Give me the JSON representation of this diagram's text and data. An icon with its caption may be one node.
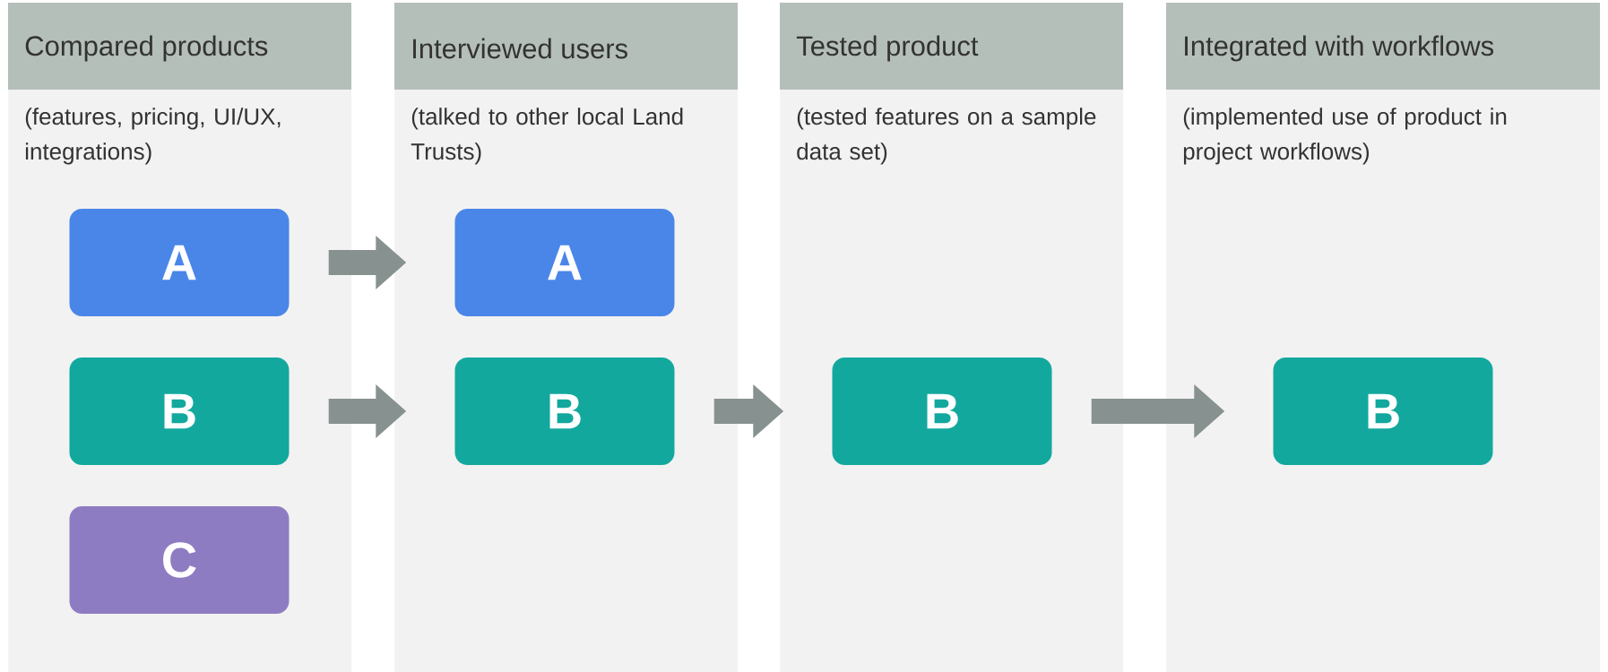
{
  "diagram": {
    "nodes": [
      {
        "text": [
          "Compared products",
          "(features, pricing, UI/UX, integrations)"
        ]
      },
      {
        "text": [
          "A"
        ],
        "in": 0
      },
      {
        "text": [
          "B"
        ],
        "in": 0
      },
      {
        "text": [
          "C"
        ],
        "in": 0
      },
      {
        "text": [
          "Interviewed users",
          "(talked to other local Land Trusts)"
        ]
      },
      {
        "text": [
          "A"
        ],
        "in": 4
      },
      {
        "text": [
          "B"
        ],
        "in": 4
      },
      {
        "text": [
          "Tested product",
          "(tested features on a sample data set)"
        ]
      },
      {
        "text": [
          "B"
        ],
        "in": 7
      },
      {
        "text": [
          "Integrated with workflows",
          "(implemented use of product in project workflows)"
        ]
      },
      {
        "text": [
          "B"
        ],
        "in": 9
      }
    ],
    "edges": [
      {
        "from": 1,
        "to": 5,
        "arrow": "to"
      },
      {
        "from": 2,
        "to": 6,
        "arrow": "to"
      },
      {
        "from": 6,
        "to": 8,
        "arrow": "to"
      },
      {
        "from": 8,
        "to": 10,
        "arrow": "to"
      }
    ]
  }
}
